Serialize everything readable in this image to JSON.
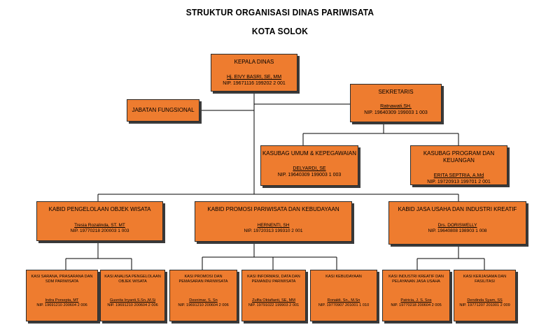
{
  "title_line1": "STRUKTUR ORGANISASI DINAS PARIWISATA",
  "title_line2": "KOTA SOLOK",
  "kepala": {
    "title": "KEPALA DINAS",
    "name": "Hj. EIVY BASRI, SE, MM",
    "nip": "NIP. 19671116 199202 2 001"
  },
  "sekretaris": {
    "title": "SEKRETARIS",
    "name": "Ratnawati,SH.",
    "nip": "NIP. 19640309 199003 1 003"
  },
  "jabatan": {
    "title": "JABATAN FUNGSIONAL"
  },
  "kasubag_umum": {
    "title": "KASUBAG UMUM & KEPEGAWAIAN",
    "name": "DELYARDI, SE",
    "nip": "NIP. 19640309 199003 1 003"
  },
  "kasubag_program": {
    "title": "KASUBAG PROGRAM DAN KEUANGAN",
    "name": "ERITA SEPTRIA, A.Md",
    "nip": "NIP. 19720913 199701 2 001"
  },
  "kabid_objek": {
    "title": "KABID PENGELOLAAN OBJEK WISATA",
    "name": "Tresia Rozalinda, ST. MT",
    "nip": "NIP. 19770218 200003 1 003"
  },
  "kabid_promosi": {
    "title": "KABID  PROMOSI PARIWISATA DAN KEBUDAYAAN",
    "name": "HERNENTI, SH",
    "nip": "NIP. 19720313 199310 2 001"
  },
  "kabid_jasa": {
    "title": "KABID JASA USAHA DAN INDUSTRI KREATIF",
    "name": "Drs. DORISWELLY",
    "nip": "NIP. 19640808 198903 1 008"
  },
  "kasi_sarana": {
    "title": "KASI SARANA, PRASARANA DAN SDM PARIWISATA",
    "name": "Indra Porsepta, MT",
    "nip": "NIP. 19691210 200604 2 006"
  },
  "kasi_analisa": {
    "title": "KASI ANALISA PENGELOLAAN OBJEK WISATA",
    "name": "Gusnita Inyanti,S.Sn.,M.Si",
    "nip": "NIP. 19691210 200604 2 006"
  },
  "kasi_promosi": {
    "title": "KASI PROMOSI DAN PEMASARAN PARIWISATA",
    "name": "Desnimar, S. Sn",
    "nip": "NIP. 19691210 200604 2 006"
  },
  "kasi_informasi": {
    "title": "KASI INFORMASI, DATA DAN PEMANDU PARIWISATA",
    "name": "Zulfia Oktafianti, SE, MM",
    "nip": "NIP. 19791022 199903 2 001"
  },
  "kasi_kebudayaan": {
    "title": "KASI KEBUDAYAAN",
    "name": "Ronaldi. Sn., M.Sn",
    "nip": "NIP. 19770907 201001 1 010"
  },
  "kasi_industri": {
    "title": "KASI  INDUSTRI KREATIF DAN PELAYANAN JASA USAHA",
    "name": "Patricia, J. S. Sos",
    "nip": "NIP. 19770218 200604 2 005"
  },
  "kasi_kerjasama": {
    "title": "KASI KERJASAMA DAN FASILITASI",
    "name": "Dendinda Syam, SS",
    "nip": "NIP. 19771207 201001 2 009"
  },
  "colors": {
    "box": "#ee7c2f",
    "line": "#000000"
  }
}
